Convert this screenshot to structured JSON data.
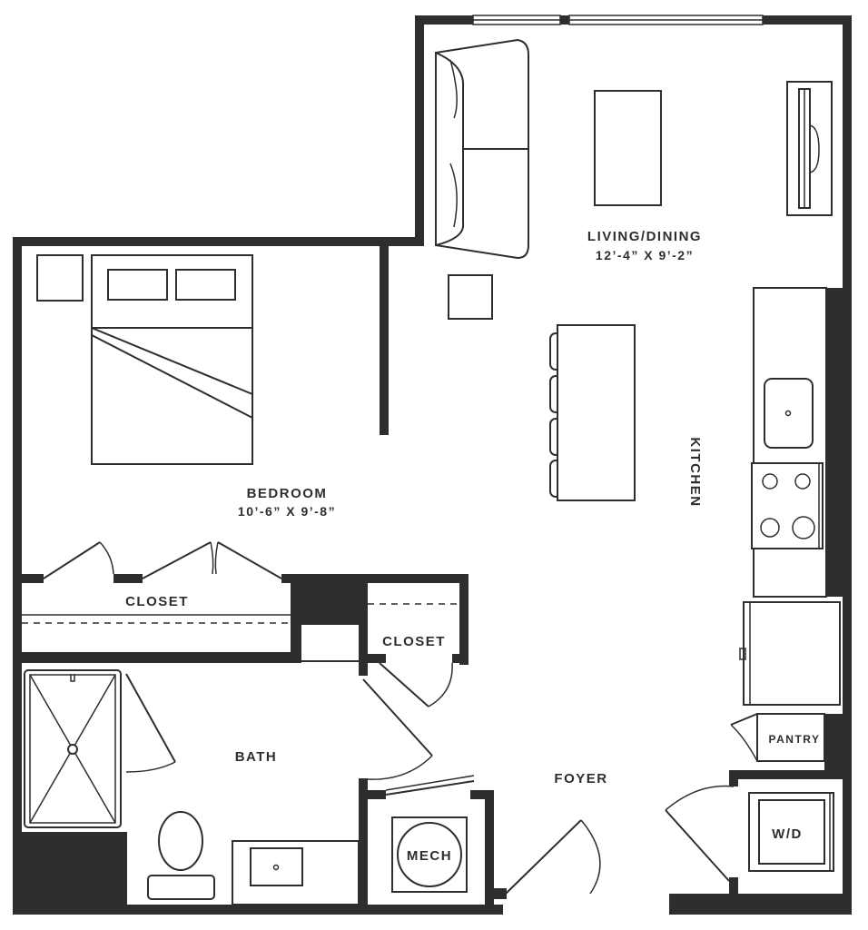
{
  "rooms": {
    "living_dining": {
      "name": "LIVING/DINING",
      "dims": "12’-4” X 9’-2”"
    },
    "bedroom": {
      "name": "BEDROOM",
      "dims": "10’-6” X 9’-8”"
    },
    "kitchen": {
      "name": "KITCHEN"
    },
    "closet_bedroom": {
      "name": "CLOSET"
    },
    "closet_foyer": {
      "name": "CLOSET"
    },
    "bath": {
      "name": "BATH"
    },
    "foyer": {
      "name": "FOYER"
    },
    "pantry": {
      "name": "PANTRY"
    },
    "washer_dryer": {
      "name": "W/D"
    },
    "mech": {
      "name": "MECH"
    }
  },
  "colors": {
    "wall": "#2e2e2e",
    "background": "#ffffff"
  }
}
